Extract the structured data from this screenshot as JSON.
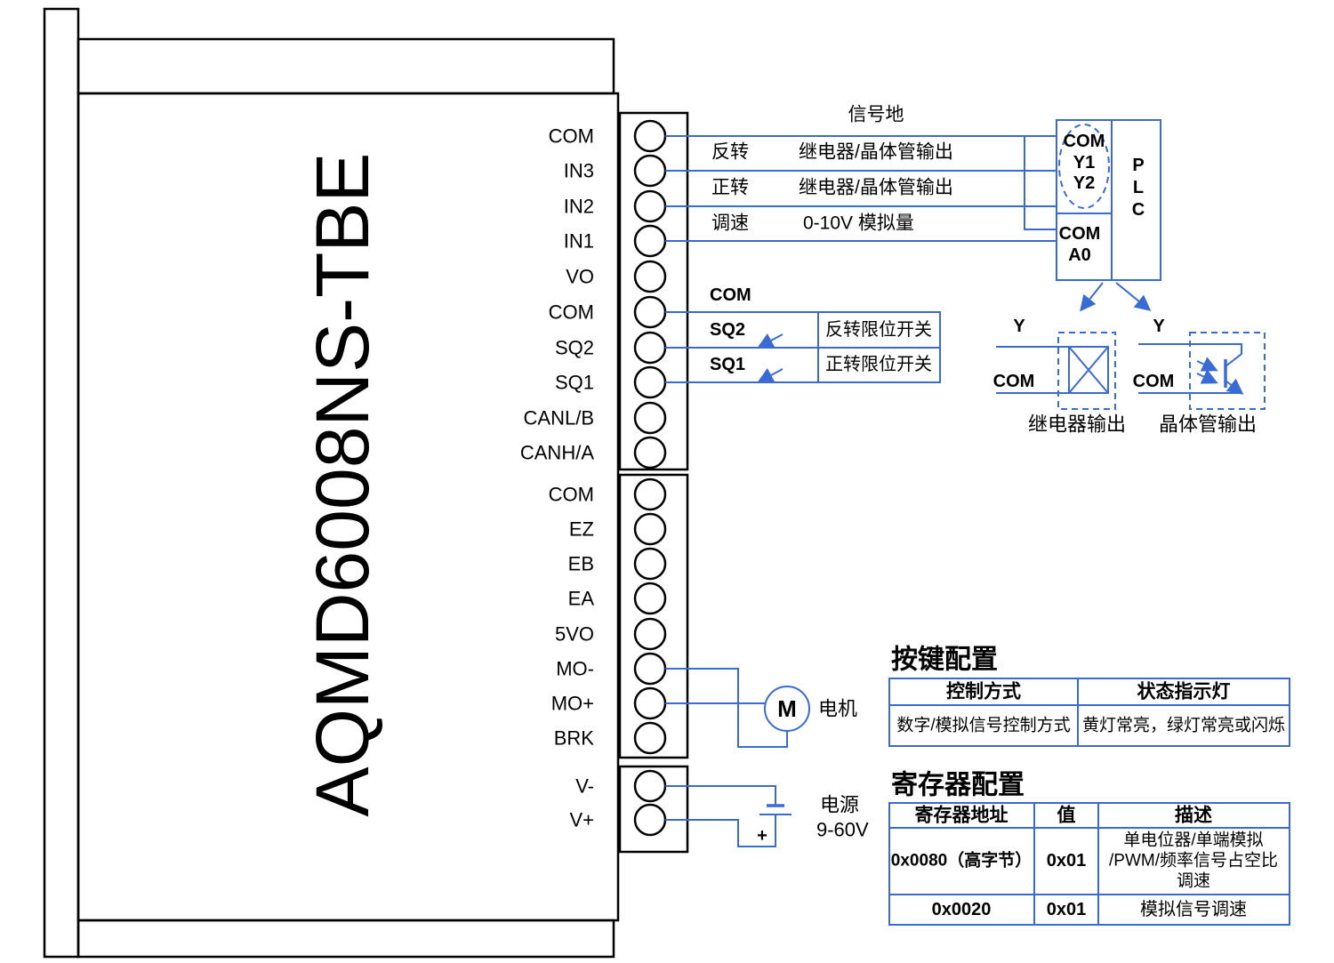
{
  "device": {
    "model": "AQMD6008NS-TBE",
    "terminal_groups": [
      [
        "COM",
        "IN3",
        "IN2",
        "IN1",
        "VO",
        "COM",
        "SQ2",
        "SQ1",
        "CANL/B",
        "CANH/A"
      ],
      [
        "COM",
        "EZ",
        "EB",
        "EA",
        "5VO",
        "MO-",
        "MO+",
        "BRK"
      ],
      [
        "V-",
        "V+"
      ]
    ]
  },
  "ann": {
    "signal_ground": "信号地",
    "reverse": "反转",
    "forward": "正转",
    "speed": "调速",
    "output_type": "继电器/晶体管输出",
    "analog_signal": "0-10V 模拟量",
    "com": "COM",
    "sq2": "SQ2",
    "sq2_desc": "反转限位开关",
    "sq1": "SQ1",
    "sq1_desc": "正转限位开关",
    "motor_symbol": "M",
    "motor": "电机",
    "plus": "+",
    "power": "电源",
    "power_range": "9-60V"
  },
  "plc": {
    "output_group": {
      "com": "COM",
      "y1": "Y1",
      "y2": "Y2"
    },
    "analog_group": {
      "com": "COM",
      "a0": "A0"
    },
    "name_letters": [
      "P",
      "L",
      "C"
    ]
  },
  "outputs": {
    "relay": {
      "y": "Y",
      "com": "COM",
      "label": "继电器输出"
    },
    "transistor": {
      "y": "Y",
      "com": "COM",
      "label": "晶体管输出"
    }
  },
  "tables": {
    "key_config": {
      "title": "按键配置",
      "headers": [
        "控制方式",
        "状态指示灯"
      ],
      "rows": [
        [
          "数字/模拟信号控制方式",
          "黄灯常亮，绿灯常亮或闪烁"
        ]
      ]
    },
    "register_config": {
      "title": "寄存器配置",
      "headers": [
        "寄存器地址",
        "值",
        "描述"
      ],
      "rows": [
        {
          "addr": "0x0080（高字节）",
          "value": "0x01",
          "desc_lines": [
            "单电位器/单端模拟",
            "/PWM/频率信号占空比",
            "调速"
          ]
        },
        {
          "addr": "0x0020",
          "value": "0x01",
          "desc_lines": [
            "模拟信号调速"
          ]
        }
      ]
    }
  },
  "colors": {
    "blue": "#3a6ad4",
    "ink": "#000000"
  }
}
